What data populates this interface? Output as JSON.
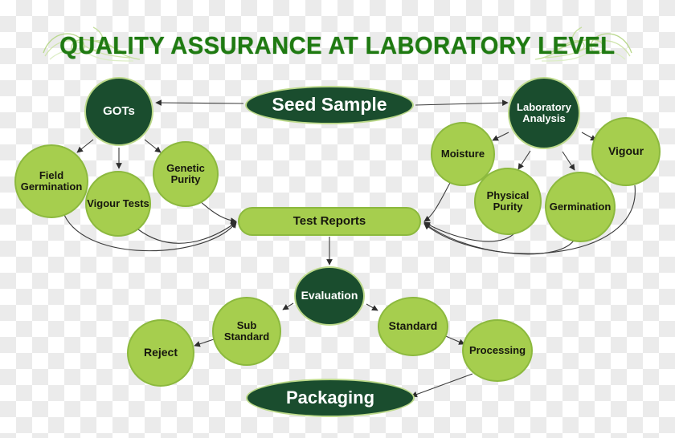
{
  "title": "QUALITY ASSURANCE AT LABORATORY LEVEL",
  "colors": {
    "dark_green": "#1a4d2e",
    "light_green": "#a6ce4e",
    "title_green": "#1f7a12",
    "node_text_dark": "#16160e",
    "node_text_light": "#ffffff",
    "connector": "#3a3a3a",
    "flourish": "#b9d88c"
  },
  "nodes": {
    "seed_sample": "Seed Sample",
    "gots": "GOTs",
    "field_germination": "Field Germination",
    "vigour_tests": "Vigour Tests",
    "genetic_purity": "Genetic Purity",
    "laboratory_analysis": "Laboratory Analysis",
    "moisture": "Moisture",
    "physical_purity": "Physical Purity",
    "germination": "Germination",
    "vigour": "Vigour",
    "test_reports": "Test Reports",
    "evaluation": "Evaluation",
    "sub_standard": "Sub Standard",
    "reject": "Reject",
    "standard": "Standard",
    "processing": "Processing",
    "packaging": "Packaging"
  },
  "diagram_data": {
    "type": "flowchart",
    "edges": [
      {
        "from": "seed_sample",
        "to": "gots"
      },
      {
        "from": "seed_sample",
        "to": "laboratory_analysis"
      },
      {
        "from": "gots",
        "to": "field_germination"
      },
      {
        "from": "gots",
        "to": "vigour_tests"
      },
      {
        "from": "gots",
        "to": "genetic_purity"
      },
      {
        "from": "laboratory_analysis",
        "to": "moisture"
      },
      {
        "from": "laboratory_analysis",
        "to": "physical_purity"
      },
      {
        "from": "laboratory_analysis",
        "to": "germination"
      },
      {
        "from": "laboratory_analysis",
        "to": "vigour"
      },
      {
        "from": "field_germination",
        "to": "test_reports"
      },
      {
        "from": "vigour_tests",
        "to": "test_reports"
      },
      {
        "from": "genetic_purity",
        "to": "test_reports"
      },
      {
        "from": "moisture",
        "to": "test_reports"
      },
      {
        "from": "physical_purity",
        "to": "test_reports"
      },
      {
        "from": "germination",
        "to": "test_reports"
      },
      {
        "from": "vigour",
        "to": "test_reports"
      },
      {
        "from": "test_reports",
        "to": "evaluation"
      },
      {
        "from": "evaluation",
        "to": "sub_standard"
      },
      {
        "from": "evaluation",
        "to": "standard"
      },
      {
        "from": "sub_standard",
        "to": "reject"
      },
      {
        "from": "standard",
        "to": "processing"
      },
      {
        "from": "processing",
        "to": "packaging"
      }
    ]
  }
}
